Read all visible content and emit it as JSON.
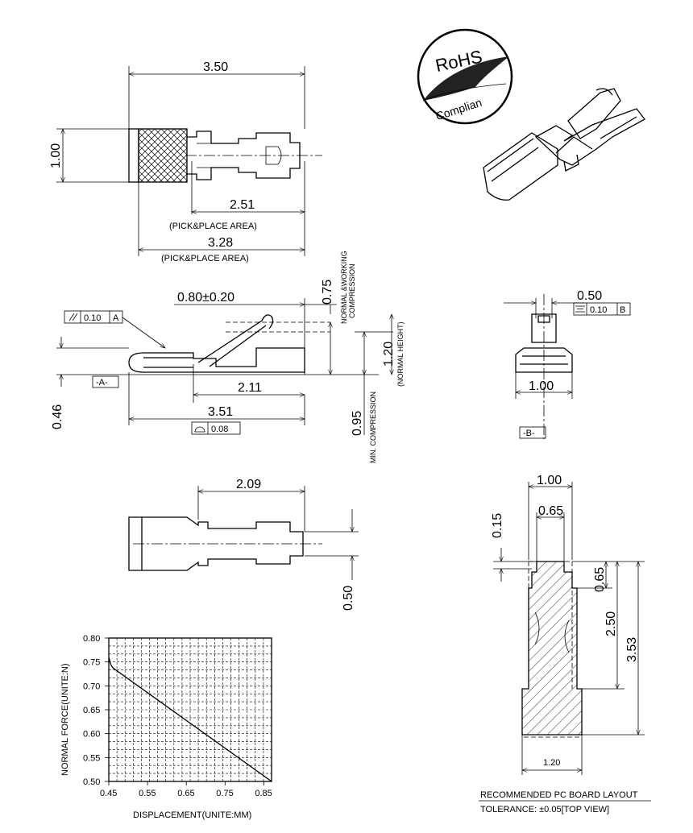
{
  "rohs": {
    "line1": "RoHS",
    "line2": "Complian"
  },
  "top_view": {
    "dim_length": "3.50",
    "dim_width": "1.00",
    "dim_pick1": "2.51",
    "pick1_label": "(PICK&PLACE  AREA)",
    "dim_pick2": "3.28",
    "pick2_label": "(PICK&PLACE  AREA)"
  },
  "side_view": {
    "dim_span": "0.80±0.20",
    "parallel_tol": "0.10",
    "parallel_ref": "A",
    "datum_a": "-A-",
    "dim_thickness": "0.46",
    "dim_211": "2.11",
    "dim_351": "3.51",
    "profile_tol": "0.08",
    "dim_075": "0.75",
    "label_working": "NORMAL  &WORKING",
    "label_compression": "COMPRESSION",
    "dim_120": "1.20",
    "label_normal_height": "(NORMAL  HEIGHT)",
    "dim_095": "0.95",
    "label_min_comp": "MIN. COMPRESSION"
  },
  "end_view": {
    "dim_050": "0.50",
    "sym_tol": "0.10",
    "sym_ref": "B",
    "dim_100": "1.00",
    "datum_b": "-B-"
  },
  "bottom_view": {
    "dim_209": "2.09",
    "dim_050": "0.50"
  },
  "pcb_layout": {
    "dim_100": "1.00",
    "dim_065a": "0.65",
    "dim_015": "0.15",
    "dim_065b": "0.65",
    "dim_250": "2.50",
    "dim_353": "3.53",
    "dim_120": "1.20",
    "caption": "RECOMMENDED  PC  BOARD  LAYOUT",
    "tolerance": "TOLERANCE:  ±0.05[TOP  VIEW]"
  },
  "chart_data": {
    "type": "line",
    "title": "",
    "xlabel": "DISPLACEMENT(UNITE:MM)",
    "ylabel": "NORMAL  FORCE(UNITE:N)",
    "xlim": [
      0.45,
      0.87
    ],
    "ylim": [
      0.5,
      0.8
    ],
    "xticks": [
      "0.45",
      "0.55",
      "0.65",
      "0.75",
      "0.85"
    ],
    "yticks": [
      "0.80",
      "0.75",
      "0.70",
      "0.65",
      "0.60",
      "0.55",
      "0.50"
    ],
    "grid": true,
    "x": [
      0.45,
      0.455,
      0.46,
      0.47,
      0.87
    ],
    "y": [
      0.76,
      0.745,
      0.738,
      0.732,
      0.5
    ]
  }
}
